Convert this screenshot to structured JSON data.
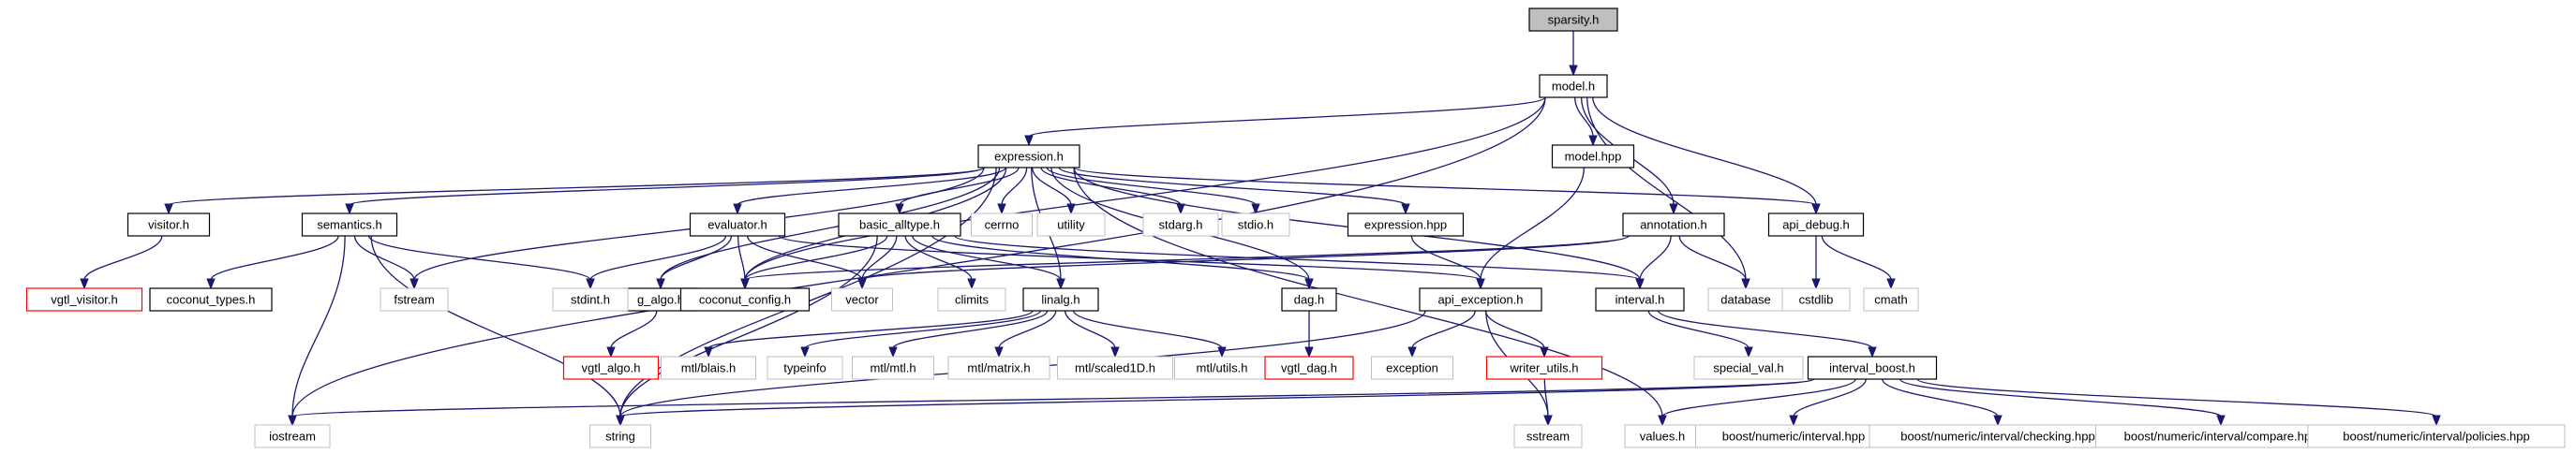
{
  "graph": {
    "colors": {
      "edge": "#191970",
      "root_fill": "#bfbfbf",
      "documented_border": "#000000",
      "undocumented_border": "#bfbfbf",
      "missing_border": "#ff0000"
    },
    "nodes": [
      {
        "id": "sparsity",
        "label": "sparsity.h",
        "style": "root"
      },
      {
        "id": "model",
        "label": "model.h",
        "style": "doc"
      },
      {
        "id": "iostream",
        "label": "iostream",
        "style": "ext"
      },
      {
        "id": "expression",
        "label": "expression.h",
        "style": "doc"
      },
      {
        "id": "model_hpp",
        "label": "model.hpp",
        "style": "doc"
      },
      {
        "id": "annotation",
        "label": "annotation.h",
        "style": "doc"
      },
      {
        "id": "database",
        "label": "database",
        "style": "ext"
      },
      {
        "id": "api_debug",
        "label": "api_debug.h",
        "style": "doc"
      },
      {
        "id": "visitor",
        "label": "visitor.h",
        "style": "doc"
      },
      {
        "id": "semantics",
        "label": "semantics.h",
        "style": "doc"
      },
      {
        "id": "fstream",
        "label": "fstream",
        "style": "ext"
      },
      {
        "id": "string",
        "label": "string",
        "style": "ext"
      },
      {
        "id": "g_algo",
        "label": "g_algo.h",
        "style": "doc"
      },
      {
        "id": "evaluator",
        "label": "evaluator.h",
        "style": "doc"
      },
      {
        "id": "coconut_config",
        "label": "coconut_config.h",
        "style": "doc"
      },
      {
        "id": "basic_alltype",
        "label": "basic_alltype.h",
        "style": "doc"
      },
      {
        "id": "cerrno",
        "label": "cerrno",
        "style": "ext"
      },
      {
        "id": "utility",
        "label": "utility",
        "style": "ext"
      },
      {
        "id": "linalg",
        "label": "linalg.h",
        "style": "doc"
      },
      {
        "id": "stdarg",
        "label": "stdarg.h",
        "style": "ext"
      },
      {
        "id": "stdio",
        "label": "stdio.h",
        "style": "ext"
      },
      {
        "id": "dag",
        "label": "dag.h",
        "style": "doc"
      },
      {
        "id": "expression_hpp",
        "label": "expression.hpp",
        "style": "doc"
      },
      {
        "id": "interval",
        "label": "interval.h",
        "style": "doc"
      },
      {
        "id": "values",
        "label": "values.h",
        "style": "ext"
      },
      {
        "id": "vgtl_visitor",
        "label": "vgtl_visitor.h",
        "style": "missing"
      },
      {
        "id": "coconut_types",
        "label": "coconut_types.h",
        "style": "doc"
      },
      {
        "id": "stdint",
        "label": "stdint.h",
        "style": "ext"
      },
      {
        "id": "vgtl_algo",
        "label": "vgtl_algo.h",
        "style": "missing"
      },
      {
        "id": "vector",
        "label": "vector",
        "style": "ext"
      },
      {
        "id": "api_exception",
        "label": "api_exception.h",
        "style": "doc"
      },
      {
        "id": "climits",
        "label": "climits",
        "style": "ext"
      },
      {
        "id": "mtl_blais",
        "label": "mtl/blais.h",
        "style": "ext"
      },
      {
        "id": "typeinfo",
        "label": "typeinfo",
        "style": "ext"
      },
      {
        "id": "mtl_mtl",
        "label": "mtl/mtl.h",
        "style": "ext"
      },
      {
        "id": "mtl_matrix",
        "label": "mtl/matrix.h",
        "style": "ext"
      },
      {
        "id": "mtl_scaled1D",
        "label": "mtl/scaled1D.h",
        "style": "ext"
      },
      {
        "id": "mtl_utils",
        "label": "mtl/utils.h",
        "style": "ext"
      },
      {
        "id": "vgtl_dag",
        "label": "vgtl_dag.h",
        "style": "missing"
      },
      {
        "id": "exception",
        "label": "exception",
        "style": "ext"
      },
      {
        "id": "writer_utils",
        "label": "writer_utils.h",
        "style": "missing"
      },
      {
        "id": "sstream",
        "label": "sstream",
        "style": "ext"
      },
      {
        "id": "cstdlib",
        "label": "cstdlib",
        "style": "ext"
      },
      {
        "id": "cmath",
        "label": "cmath",
        "style": "ext"
      },
      {
        "id": "special_val",
        "label": "special_val.h",
        "style": "ext"
      },
      {
        "id": "interval_boost",
        "label": "interval_boost.h",
        "style": "doc"
      },
      {
        "id": "boost_interval",
        "label": "boost/numeric/interval.hpp",
        "style": "ext"
      },
      {
        "id": "boost_checking",
        "label": "boost/numeric/interval/checking.hpp",
        "style": "ext"
      },
      {
        "id": "boost_compare",
        "label": "boost/numeric/interval/compare.hpp",
        "style": "ext"
      },
      {
        "id": "boost_policies",
        "label": "boost/numeric/interval/policies.hpp",
        "style": "ext"
      }
    ],
    "edges": [
      [
        "sparsity",
        "model"
      ],
      [
        "model",
        "iostream"
      ],
      [
        "model",
        "expression"
      ],
      [
        "model",
        "model_hpp"
      ],
      [
        "model",
        "annotation"
      ],
      [
        "model",
        "database"
      ],
      [
        "model",
        "api_debug"
      ],
      [
        "model",
        "coconut_config"
      ],
      [
        "expression",
        "visitor"
      ],
      [
        "expression",
        "semantics"
      ],
      [
        "expression",
        "fstream"
      ],
      [
        "expression",
        "string"
      ],
      [
        "expression",
        "g_algo"
      ],
      [
        "expression",
        "evaluator"
      ],
      [
        "expression",
        "coconut_config"
      ],
      [
        "expression",
        "basic_alltype"
      ],
      [
        "expression",
        "cerrno"
      ],
      [
        "expression",
        "utility"
      ],
      [
        "expression",
        "linalg"
      ],
      [
        "expression",
        "stdarg"
      ],
      [
        "expression",
        "stdio"
      ],
      [
        "expression",
        "dag"
      ],
      [
        "expression",
        "expression_hpp"
      ],
      [
        "expression",
        "interval"
      ],
      [
        "expression",
        "values"
      ],
      [
        "expression",
        "api_debug"
      ],
      [
        "model_hpp",
        "api_exception"
      ],
      [
        "annotation",
        "coconut_config"
      ],
      [
        "annotation",
        "vector"
      ],
      [
        "annotation",
        "interval"
      ],
      [
        "annotation",
        "database"
      ],
      [
        "api_debug",
        "cstdlib"
      ],
      [
        "api_debug",
        "cmath"
      ],
      [
        "visitor",
        "vgtl_visitor"
      ],
      [
        "semantics",
        "coconut_types"
      ],
      [
        "semantics",
        "fstream"
      ],
      [
        "semantics",
        "stdint"
      ],
      [
        "semantics",
        "iostream"
      ],
      [
        "semantics",
        "string"
      ],
      [
        "evaluator",
        "stdint"
      ],
      [
        "evaluator",
        "g_algo"
      ],
      [
        "evaluator",
        "coconut_config"
      ],
      [
        "evaluator",
        "vector"
      ],
      [
        "evaluator",
        "api_exception"
      ],
      [
        "g_algo",
        "vgtl_algo"
      ],
      [
        "basic_alltype",
        "coconut_config"
      ],
      [
        "basic_alltype",
        "vector"
      ],
      [
        "basic_alltype",
        "climits"
      ],
      [
        "basic_alltype",
        "linalg"
      ],
      [
        "basic_alltype",
        "string"
      ],
      [
        "basic_alltype",
        "dag"
      ],
      [
        "basic_alltype",
        "interval"
      ],
      [
        "linalg",
        "mtl_blais"
      ],
      [
        "linalg",
        "typeinfo"
      ],
      [
        "linalg",
        "mtl_mtl"
      ],
      [
        "linalg",
        "mtl_matrix"
      ],
      [
        "linalg",
        "mtl_scaled1D"
      ],
      [
        "linalg",
        "mtl_utils"
      ],
      [
        "dag",
        "vgtl_dag"
      ],
      [
        "expression_hpp",
        "api_exception"
      ],
      [
        "api_exception",
        "exception"
      ],
      [
        "api_exception",
        "writer_utils"
      ],
      [
        "api_exception",
        "sstream"
      ],
      [
        "api_exception",
        "string"
      ],
      [
        "writer_utils",
        "sstream"
      ],
      [
        "interval",
        "special_val"
      ],
      [
        "interval",
        "interval_boost"
      ],
      [
        "interval_boost",
        "iostream"
      ],
      [
        "interval_boost",
        "string"
      ],
      [
        "interval_boost",
        "values"
      ],
      [
        "interval_boost",
        "boost_interval"
      ],
      [
        "interval_boost",
        "boost_checking"
      ],
      [
        "interval_boost",
        "boost_compare"
      ],
      [
        "interval_boost",
        "boost_policies"
      ]
    ]
  }
}
